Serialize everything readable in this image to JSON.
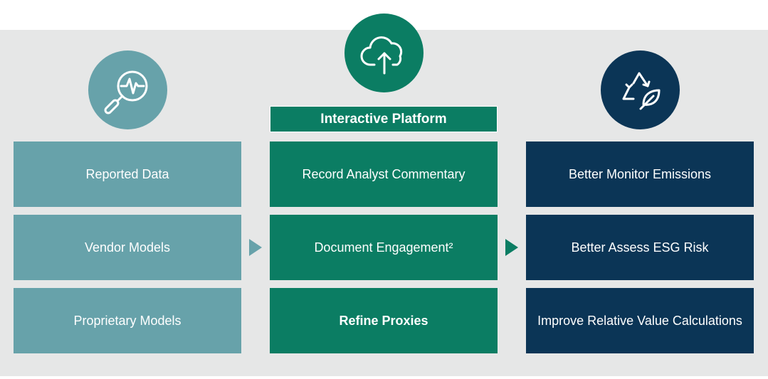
{
  "header": {
    "title": "Interactive Platform"
  },
  "columns": {
    "inputs": {
      "icon": "magnifier-pulse-icon",
      "color": "#67a2aa",
      "items": [
        "Reported Data",
        "Vendor Models",
        "Proprietary Models"
      ]
    },
    "platform": {
      "icon": "cloud-upload-icon",
      "color": "#0b7d63",
      "items": [
        "Record Analyst Commentary",
        "Document Engagement²",
        "Refine Proxies"
      ]
    },
    "outcomes": {
      "icon": "recycle-leaf-icon",
      "color": "#0b3556",
      "items": [
        "Better Monitor Emissions",
        "Better Assess ESG Risk",
        "Improve Relative Value Calculations"
      ]
    }
  }
}
